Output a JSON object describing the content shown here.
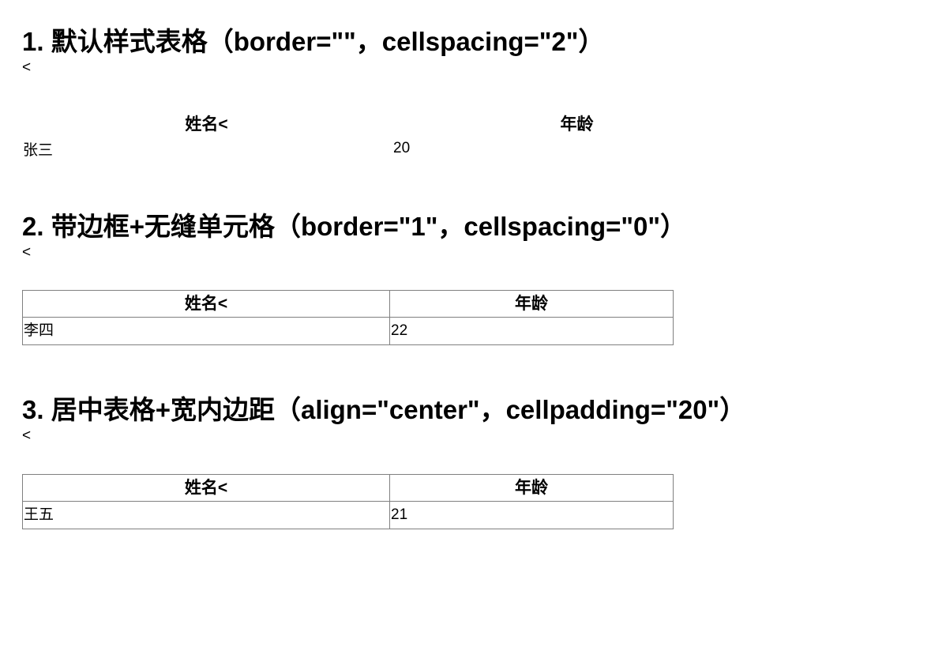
{
  "document": {
    "sections": [
      {
        "id": "default-table",
        "heading": "1. 默认样式表格（border=\"\"，cellspacing=\"2\"）",
        "stray_text": "<",
        "table": {
          "style": "default-no-border",
          "attributes": {
            "border": "",
            "cellspacing": "2"
          },
          "headers": [
            "姓名<",
            "年龄"
          ],
          "rows": [
            [
              "张三",
              "20"
            ]
          ]
        }
      },
      {
        "id": "bordered-table",
        "heading": "2. 带边框+无缝单元格（border=\"1\"，cellspacing=\"0\"）",
        "stray_text": "<",
        "table": {
          "style": "bordered-collapsed",
          "attributes": {
            "border": "1",
            "cellspacing": "0"
          },
          "headers": [
            "姓名<",
            "年龄"
          ],
          "rows": [
            [
              "李四",
              "22"
            ]
          ]
        }
      },
      {
        "id": "centered-padded-table",
        "heading": "3. 居中表格+宽内边距（align=\"center\"，cellpadding=\"20\"）",
        "stray_text": "<",
        "table": {
          "style": "bordered-collapsed",
          "attributes": {
            "align": "center",
            "cellpadding": "20"
          },
          "headers": [
            "姓名<",
            "年龄"
          ],
          "rows": [
            [
              "王五",
              "21"
            ]
          ]
        }
      }
    ]
  },
  "colors": {
    "text": "#000000",
    "border": "#808080",
    "background": "#ffffff"
  }
}
